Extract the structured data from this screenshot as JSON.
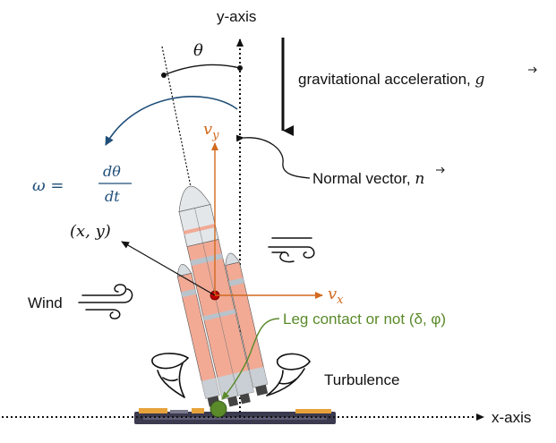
{
  "labels": {
    "y_axis": "y-axis",
    "x_axis": "x-axis",
    "theta": "θ",
    "gravity": "gravitational acceleration, ",
    "gravity_symbol": "g",
    "normal": "Normal vector, ",
    "normal_symbol": "n",
    "omega_lhs": "ω =",
    "omega_num": "dθ",
    "omega_den": "dt",
    "position": "(x, y)",
    "vy": "v",
    "vy_sub": "y",
    "vx": "v",
    "vx_sub": "x",
    "wind": "Wind",
    "leg_contact": "Leg contact or not (δ, φ)",
    "turbulence": "Turbulence"
  },
  "colors": {
    "velocity": "#d2691e",
    "omega": "#1f4e79",
    "leg": "#5a8a2a",
    "body": "#f2aa95",
    "leg_marker": "#5a8a2a",
    "com_marker": "#c00000"
  }
}
